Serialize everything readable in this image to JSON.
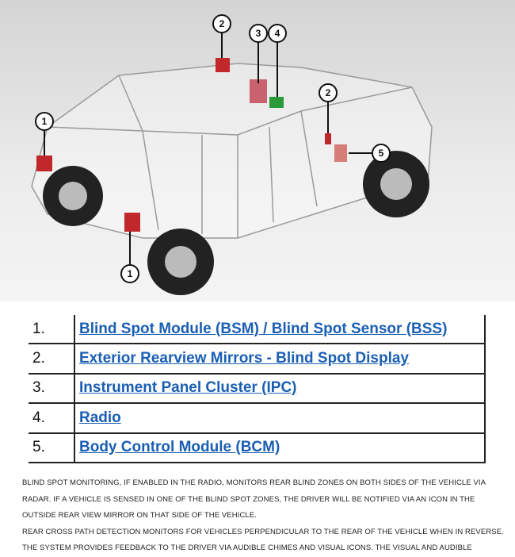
{
  "figure": {
    "callouts": [
      "1",
      "1",
      "2",
      "2",
      "3",
      "4",
      "5"
    ]
  },
  "components": [
    {
      "num": "1.",
      "label": "Blind Spot Module (BSM) / Blind Spot Sensor (BSS)"
    },
    {
      "num": "2.",
      "label": "Exterior Rearview Mirrors - Blind Spot Display"
    },
    {
      "num": "3.",
      "label": "Instrument Panel Cluster (IPC)"
    },
    {
      "num": "4.",
      "label": "Radio"
    },
    {
      "num": "5.",
      "label": "Body Control Module (BCM)"
    }
  ],
  "description": [
    "BLIND SPOT MONITORING, IF ENABLED IN THE RADIO, MONITORS REAR BLIND ZONES ON BOTH SIDES OF THE VEHICLE VIA",
    "RADAR. IF A VEHICLE IS SENSED IN ONE OF THE BLIND SPOT ZONES, THE DRIVER WILL BE NOTIFIED VIA AN ICON IN THE",
    "OUTSIDE REAR VIEW MIRROR ON THAT SIDE OF THE VEHICLE.",
    "REAR CROSS PATH DETECTION MONITORS FOR VEHICLES PERPENDICULAR TO THE REAR OF THE VEHICLE WHEN IN REVERSE.",
    "THE SYSTEM PROVIDES FEEDBACK TO THE DRIVER VIA AUDIBLE CHIMES AND VISUAL ICONS. THE VISUAL AND AUDIBLE"
  ]
}
